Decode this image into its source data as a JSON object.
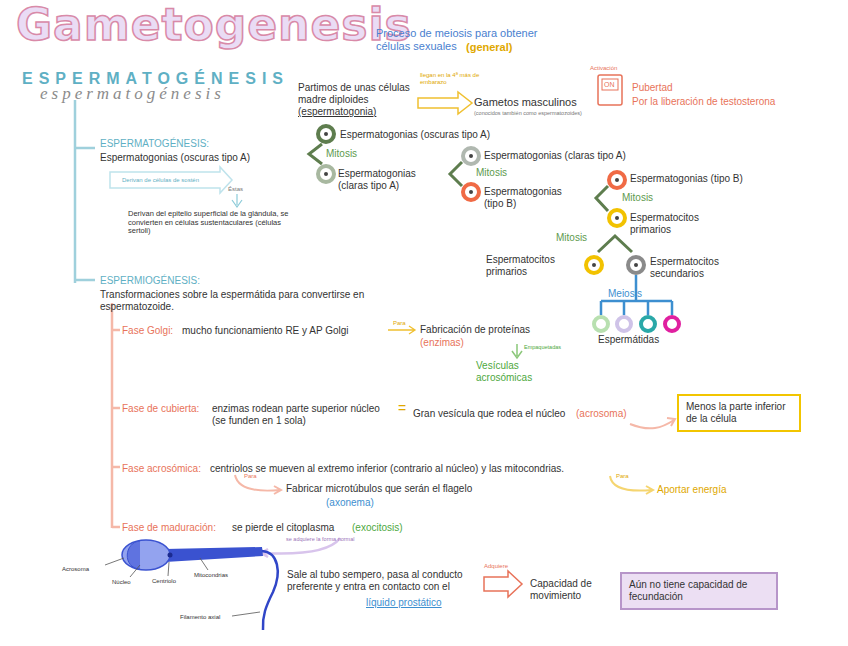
{
  "diagram": {
    "title": "Gametogenesis",
    "nodes": [
      {
        "text": [
          "Menos la parte inferior de la célula"
        ]
      },
      {
        "text": [
          "Aún no tiene capacidad de fecundación"
        ]
      }
    ],
    "labels": [
      "Proceso de meiosis para obtener células sexuales",
      "(general)",
      "ESPERMATOGÉNESIS",
      "espermatogénesis",
      "Partimos de unas células madre diploides",
      "(espermatogonia)",
      "llegan en la 4ª más de embarazo",
      "Gametos masculinos",
      "(conocidos también como espermatozoides)",
      "Activación",
      "ON",
      "Pubertad",
      "Por la liberación de testosterona",
      "ESPERMATOGÉNESIS:",
      "Espermatogonias (oscuras tipo A)",
      "Derivan de células de sostén",
      "Éstas",
      "Derivan del epitelio superficial de la glándula, se convierten en células sustentaculares (células sertoli)",
      "Espermatogonias (oscuras tipo A)",
      "Mitosis",
      "Espermatogonias (claras tipo A)",
      "Espermatogonias (claras tipo A)",
      "Mitosis",
      "Espermatogonias (tipo B)",
      "Espermatogonias (tipo B)",
      "Mitosis",
      "Espermatocitos primarios",
      "Mitosis",
      "Espermatocitos primarios",
      "Espermatocitos secundarios",
      "Meiosis",
      "Espermátidas",
      "ESPERMIOGÉNESIS:",
      "Transformaciones sobre la espermátida para convertirse en espermatozoide.",
      "Fase Golgi:",
      "mucho funcionamiento RE y AP Golgi",
      "Para",
      "Fabricación de proteínas",
      "(enzimas)",
      "Empaquetadas",
      "Vesículas acrosómicas",
      "Fase de cubierta:",
      "enzimas rodean parte superior núcleo (se funden en 1 sola)",
      "=",
      "Gran vesícula que rodea el núcleo",
      "(acrosoma)",
      "Fase acrosómica:",
      "centriolos se mueven al extremo inferior (contrario al núcleo) y las mitocondrias.",
      "Para",
      "Fabricar microtúbulos que serán el flagelo",
      "(axonema)",
      "Para",
      "Aportar energía",
      "Fase de maduración:",
      "se pierde el citoplasma",
      "(exocitosis)",
      "se adquiere la forma normal",
      "Acrosoma",
      "Núcleo",
      "Centriolo",
      "Mitocondrias",
      "Filamento axial",
      "Sale al tubo sempero, pasa al conducto preferente y entra en contacto con el",
      "líquido prostático",
      "Adquiere",
      "Capacidad de movimiento"
    ]
  }
}
